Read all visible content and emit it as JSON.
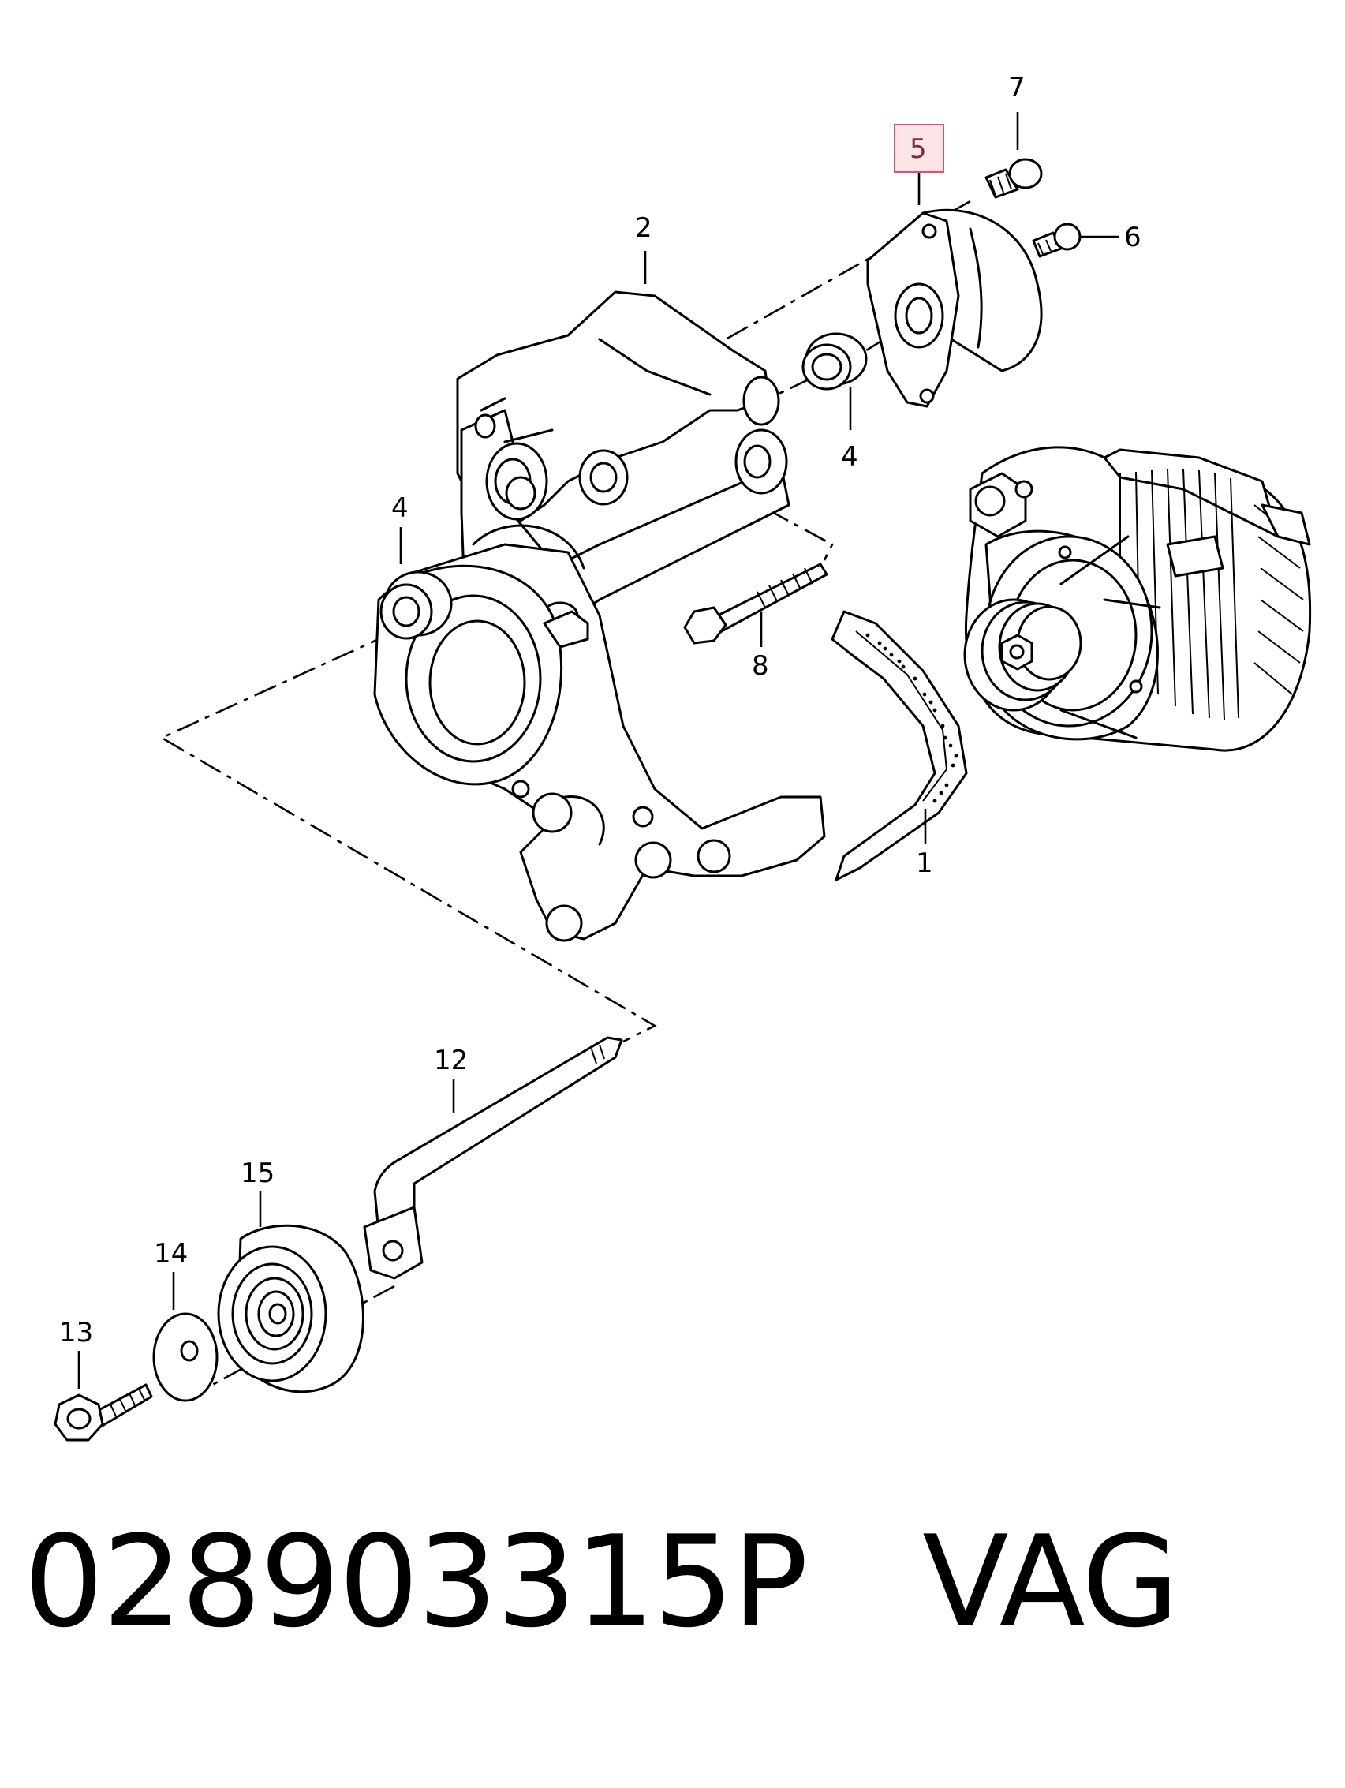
{
  "diagram": {
    "callouts": [
      "1",
      "2",
      "4",
      "4",
      "5",
      "6",
      "7",
      "8",
      "12",
      "13",
      "14",
      "15"
    ],
    "highlighted_callout": "5",
    "highlight_color": "#e0506e"
  },
  "footer": {
    "part_number": "028903315P",
    "brand": "VAG"
  }
}
